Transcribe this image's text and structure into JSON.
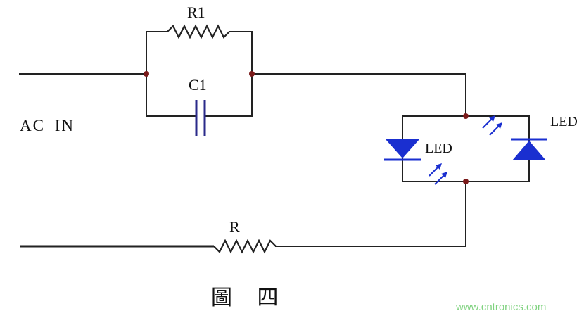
{
  "labels": {
    "r1": "R1",
    "c1": "C1",
    "ac_in": "AC IN",
    "led_left": "LED",
    "led_right": "LED",
    "r": "R",
    "caption": "圖 四"
  },
  "watermark": "www.cntronics.com",
  "colors": {
    "wire": "#222222",
    "led": "#1a2fd0",
    "junction": "#7a1a1a",
    "watermark": "#7fd27f"
  }
}
